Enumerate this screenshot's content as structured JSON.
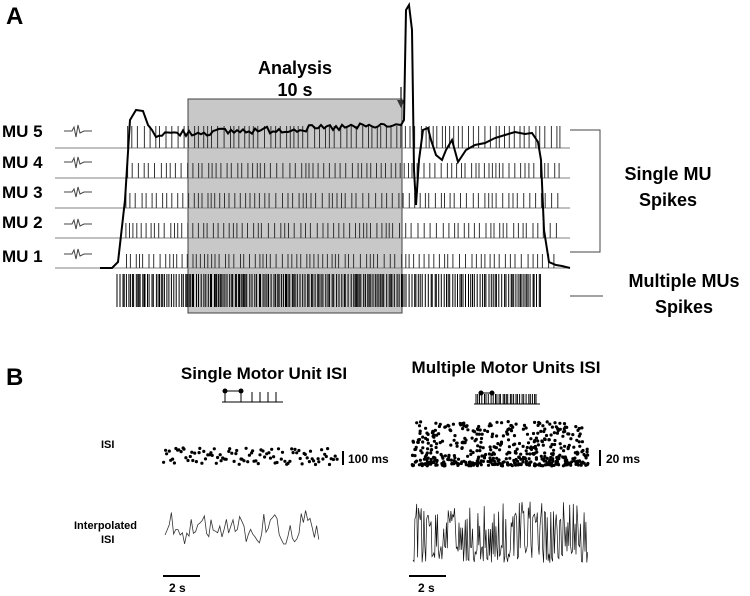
{
  "panel_a": {
    "letter": "A",
    "analysis_title": "Analysis",
    "analysis_duration": "10 s",
    "mu_labels": [
      "MU 5",
      "MU 4",
      "MU 3",
      "MU 2",
      "MU 1"
    ],
    "single_mu_label": [
      "Single MU",
      "Spikes"
    ],
    "multi_mu_label": [
      "Multiple MUs",
      "Spikes"
    ]
  },
  "panel_b": {
    "letter": "B",
    "single_title": "Single Motor Unit ISI",
    "multi_title": "Multiple Motor Units ISI",
    "isi_label": "ISI",
    "interp_label": [
      "Interpolated",
      "ISI"
    ],
    "single_scale_y": "100 ms",
    "multi_scale_y": "20 ms",
    "single_scale_x": "2 s",
    "multi_scale_x": "2 s"
  },
  "colors": {
    "ink": "#000000",
    "shade": "#c8c8c8",
    "rule": "#808080"
  }
}
